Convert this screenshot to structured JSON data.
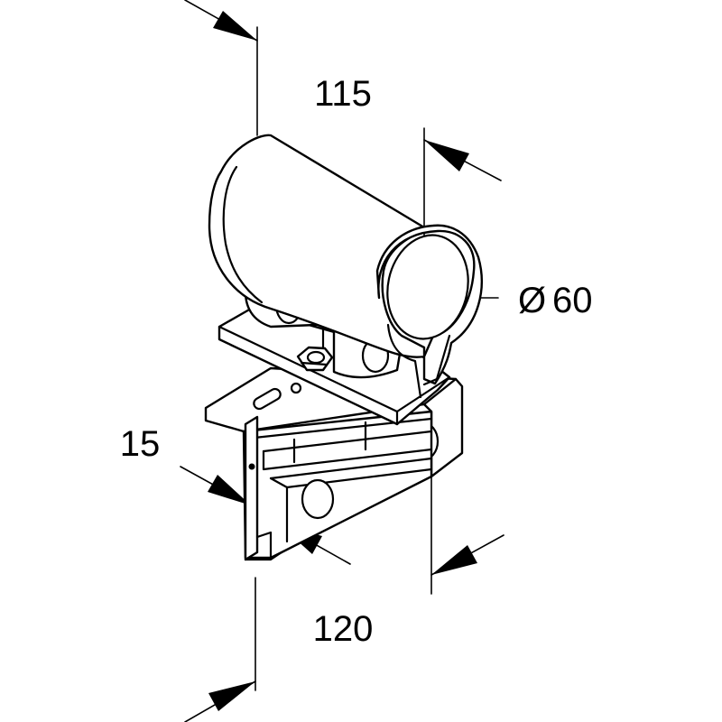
{
  "drawing": {
    "dimensions": {
      "length_top": "115",
      "diameter_symbol": "Ø",
      "diameter_value": "60",
      "flange": "15",
      "length_bottom": "120"
    }
  }
}
